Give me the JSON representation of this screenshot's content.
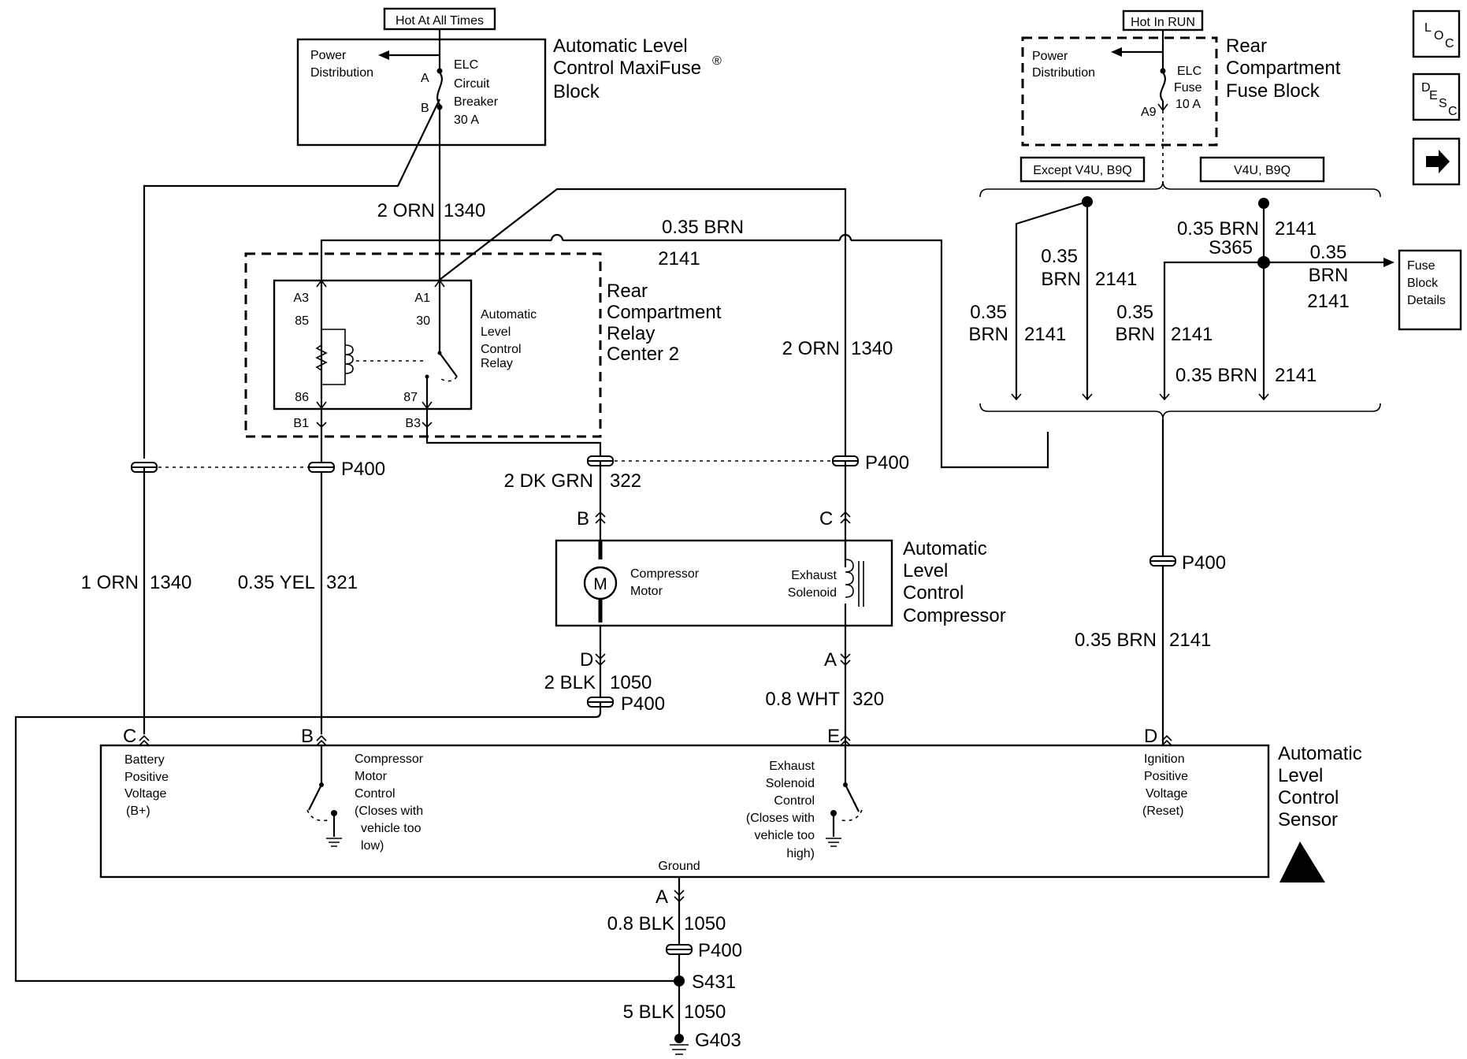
{
  "labels": {
    "hot_at_all_times": "Hot At All Times",
    "hot_in_run": "Hot In RUN",
    "power_distribution": [
      "Power",
      "Distribution"
    ],
    "elc_circuit_breaker": [
      "ELC",
      "Circuit",
      "Breaker",
      "30 A"
    ],
    "elc_fuse": [
      "ELC",
      "Fuse",
      "10 A"
    ],
    "maxifuse_title": [
      "Automatic Level",
      "Control MaxiFuse",
      "Block"
    ],
    "maxifuse_reg": "®",
    "rear_fuse_title": [
      "Rear",
      "Compartment",
      "Fuse Block"
    ],
    "except_v4u": "Except V4U, B9Q",
    "v4u": "V4U, B9Q",
    "relay_center_title": [
      "Rear",
      "Compartment",
      "Relay",
      "Center 2"
    ],
    "relay_name": [
      "Automatic",
      "Level",
      "Control",
      "Relay"
    ],
    "compressor_title": [
      "Automatic",
      "Level",
      "Control",
      "Compressor"
    ],
    "compressor_motor": [
      "Compressor",
      "Motor"
    ],
    "exhaust_solenoid": [
      "Exhaust",
      "Solenoid"
    ],
    "motor_symbol": "M",
    "sensor_title": [
      "Automatic",
      "Level",
      "Control",
      "Sensor"
    ],
    "battery_positive": [
      "Battery",
      "Positive",
      "Voltage",
      "(B+)"
    ],
    "compressor_motor_control": [
      "Compressor",
      "Motor",
      "Control",
      "(Closes with",
      "vehicle too",
      "low)"
    ],
    "exhaust_solenoid_control": [
      "Exhaust",
      "Solenoid",
      "Control",
      "(Closes with",
      "vehicle too",
      "high)"
    ],
    "ignition_positive": [
      "Ignition",
      "Positive",
      "Voltage",
      "(Reset)"
    ],
    "ground": "Ground",
    "fuse_block_details": [
      "Fuse",
      "Block",
      "Details"
    ]
  },
  "pins": {
    "A": "A",
    "B": "B",
    "C": "C",
    "D": "D",
    "E": "E",
    "A3": "A3",
    "A1": "A1",
    "B1": "B1",
    "B3": "B3",
    "A9": "A9",
    "p85": "85",
    "p86": "86",
    "p30": "30",
    "p87": "87"
  },
  "connectors": {
    "p400": "P400",
    "s365": "S365",
    "s431": "S431",
    "g403": "G403"
  },
  "wires": {
    "orn2": "2 ORN",
    "c1340": "1340",
    "brn035": "0.35 BRN",
    "c2141": "2141",
    "brn035_top": "0.35",
    "brn_word": "BRN",
    "dkgrn": "2 DK GRN",
    "c322": "322",
    "orn1": "1 ORN",
    "yel": "0.35 YEL",
    "c321": "321",
    "blk2": "2 BLK",
    "c1050": "1050",
    "wht": "0.8 WHT",
    "c320": "320",
    "blk08": "0.8 BLK",
    "blk5": "5 BLK"
  },
  "nav_buttons": {
    "loc": [
      "L",
      "O",
      "C"
    ],
    "desc": [
      "D",
      "E",
      "S",
      "C"
    ],
    "arrow": "arrow-right-icon"
  }
}
